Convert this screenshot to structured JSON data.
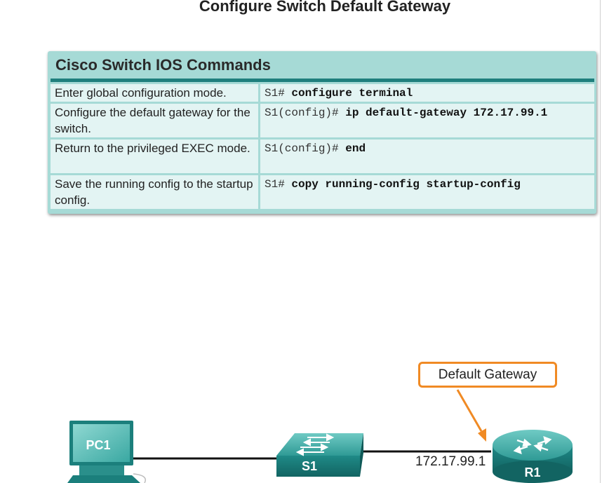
{
  "page": {
    "title": "Configure Switch Default Gateway"
  },
  "table": {
    "title": "Cisco Switch IOS Commands",
    "rows": [
      {
        "description": "Enter global configuration mode.",
        "prompt": "S1#",
        "command": "configure terminal"
      },
      {
        "description": "Configure the default gateway for the switch.",
        "prompt": "S1(config)#",
        "command": "ip default-gateway 172.17.99.1"
      },
      {
        "description": "Return to the privileged EXEC mode.",
        "prompt": "S1(config)#",
        "command": "end"
      },
      {
        "description": "Save the running config to the startup config.",
        "prompt": "S1#",
        "command": "copy running-config startup-config"
      }
    ]
  },
  "topology": {
    "devices": [
      {
        "name": "PC1",
        "type": "pc"
      },
      {
        "name": "S1",
        "type": "switch"
      },
      {
        "name": "R1",
        "type": "router"
      }
    ],
    "gateway_ip": "172.17.99.1",
    "callout": "Default Gateway",
    "colors": {
      "device": "#1f8a87",
      "device_dark": "#126462",
      "device_light": "#5ec2bc",
      "callout_border": "#f08a24",
      "table_bg": "#a6dad6",
      "table_rule": "#1f7f7d",
      "cell_bg": "#e3f4f3"
    }
  }
}
